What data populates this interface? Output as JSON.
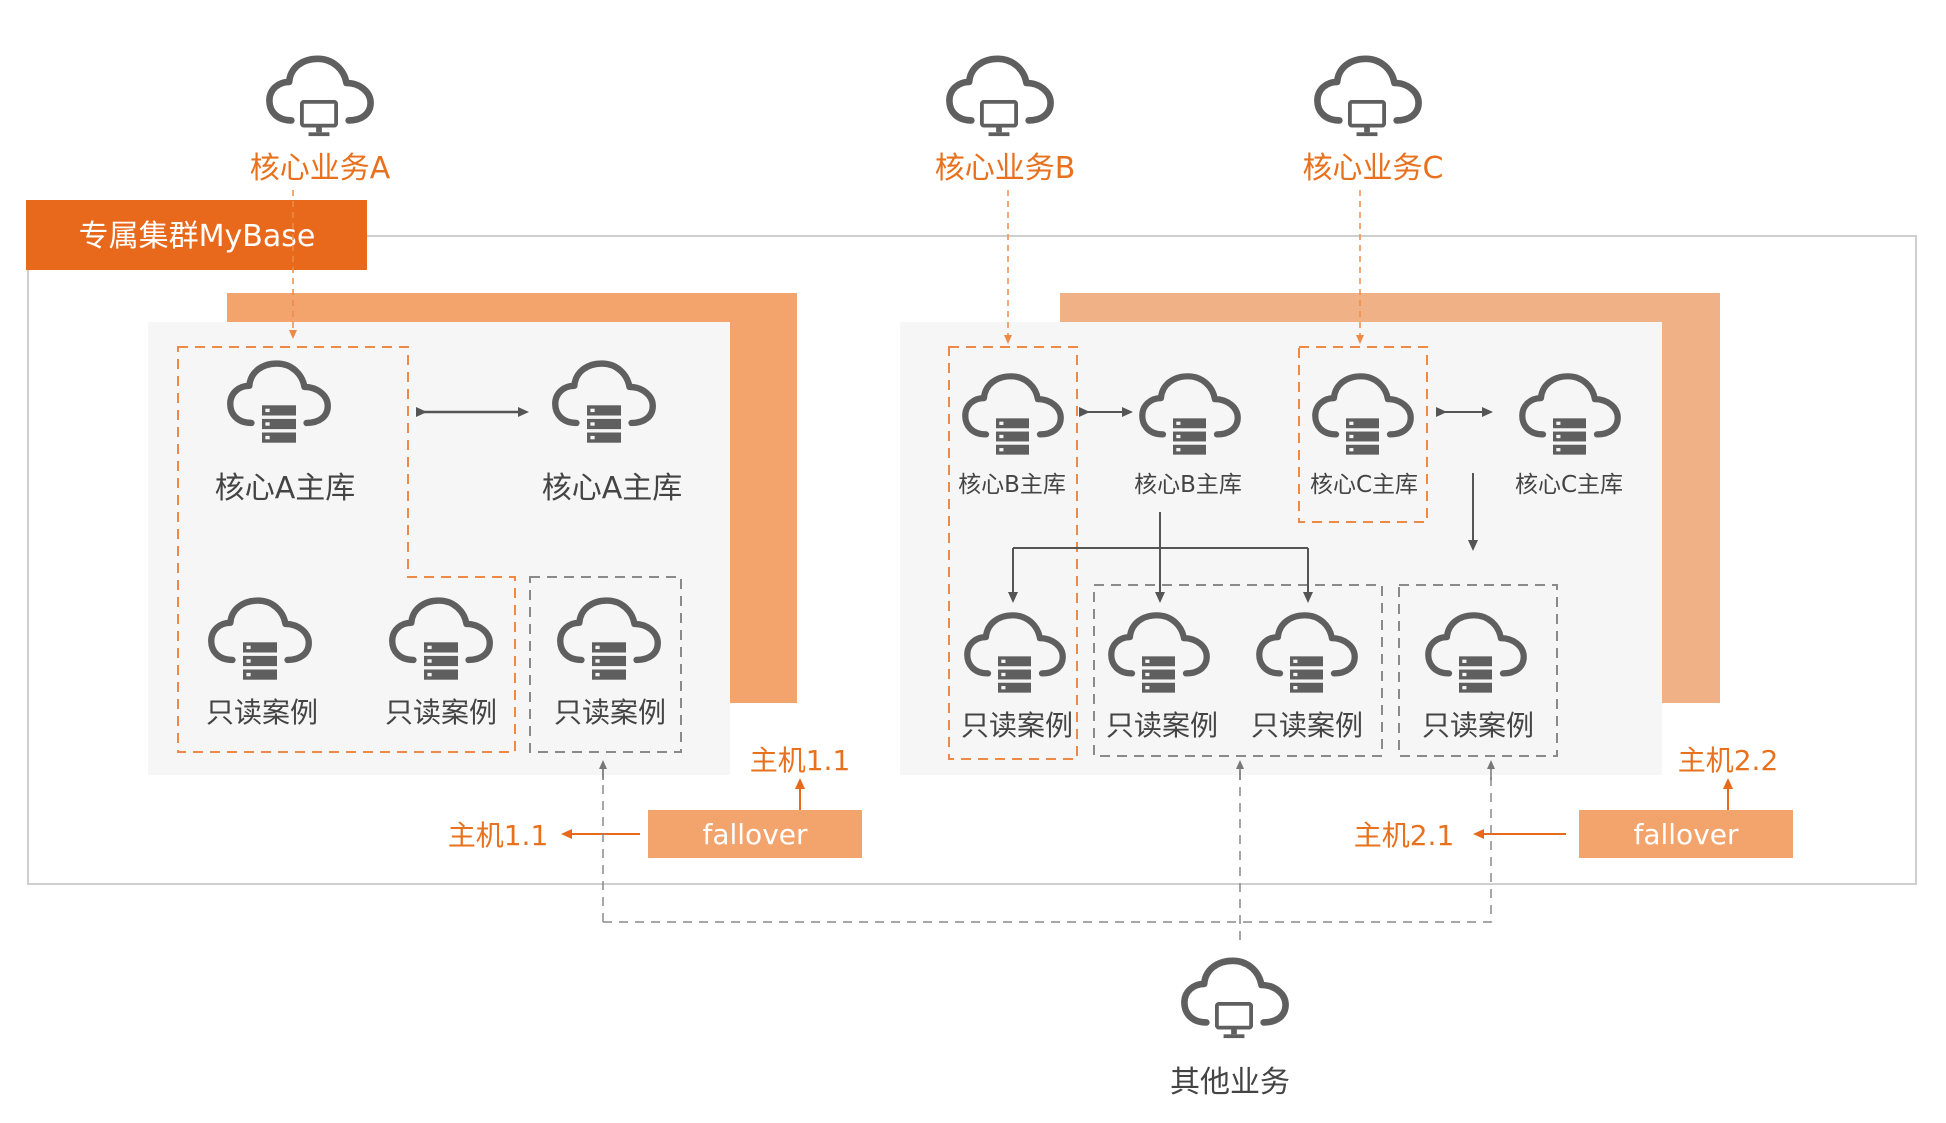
{
  "colors": {
    "accent": "#e8691c",
    "host_panel": "#f3a46c",
    "host_panel_2": "#f0b186",
    "panel_bg": "#f6f6f6",
    "icon_gray": "#5f5f5f",
    "dash_orange": "#ee8a46",
    "dash_gray": "#8a8a8a"
  },
  "cluster_title": "专属集群MyBase",
  "services": {
    "a": "核心业务A",
    "b": "核心业务B",
    "c": "核心业务C",
    "other": "其他业务"
  },
  "host1": {
    "primary_left": "核心A主库",
    "primary_right": "核心A主库",
    "ro1": "只读案例",
    "ro2": "只读案例",
    "ro3": "只读案例",
    "host_label_top": "主机1.1",
    "host_label_left": "主机1.1",
    "failover": "fallover"
  },
  "host2": {
    "b_primary_1": "核心B主库",
    "b_primary_2": "核心B主库",
    "c_primary_1": "核心C主库",
    "c_primary_2": "核心C主库",
    "ro1": "只读案例",
    "ro2": "只读案例",
    "ro3": "只读案例",
    "ro4": "只读案例",
    "host_label_top": "主机2.2",
    "host_label_left": "主机2.1",
    "failover": "fallover"
  }
}
